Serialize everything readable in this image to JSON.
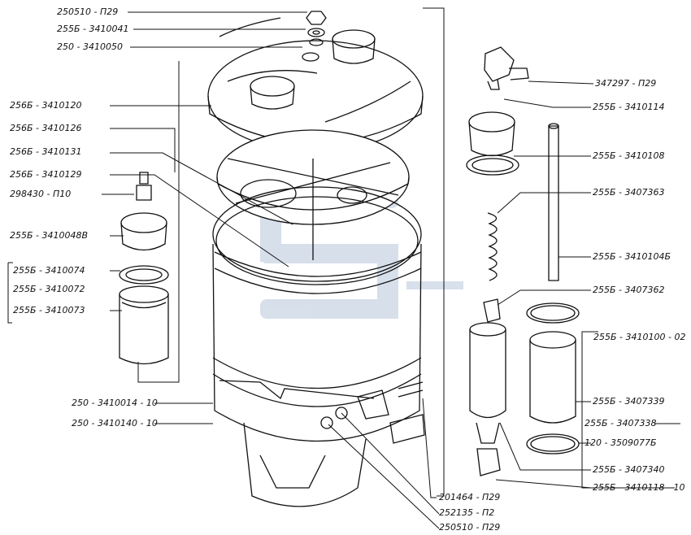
{
  "labels": {
    "l1": "250510 - П29",
    "l2": "255Б - 3410041",
    "l3": "250 - 3410050",
    "l4": "256Б - 3410120",
    "l5": "256Б - 3410126",
    "l6": "256Б - 3410131",
    "l7": "256Б - 3410129",
    "l8": "298430 - П10",
    "l9": "255Б - 3410048В",
    "l10": "255Б - 3410074",
    "l11": "255Б - 3410072",
    "l12": "255Б - 3410073",
    "l13": "250 - 3410014 - 10",
    "l14": "250 - 3410140 - 10",
    "r1": "347297 - П29",
    "r2": "255Б - 3410114",
    "r3": "255Б - 3410108",
    "r4": "255Б - 3407363",
    "r5": "255Б - 3410104Б",
    "r6": "255Б - 3407362",
    "r7": "255Б - 3410100 - 02",
    "r8": "255Б - 3407339",
    "r9": "255Б - 3407338",
    "r10": "120 - 3509077Б",
    "r11": "255Б - 3407340",
    "r12": "255Б - 3410118 - 10",
    "b1": "201464 - П29",
    "b2": "252135 - П2",
    "b3": "250510 - П29"
  }
}
